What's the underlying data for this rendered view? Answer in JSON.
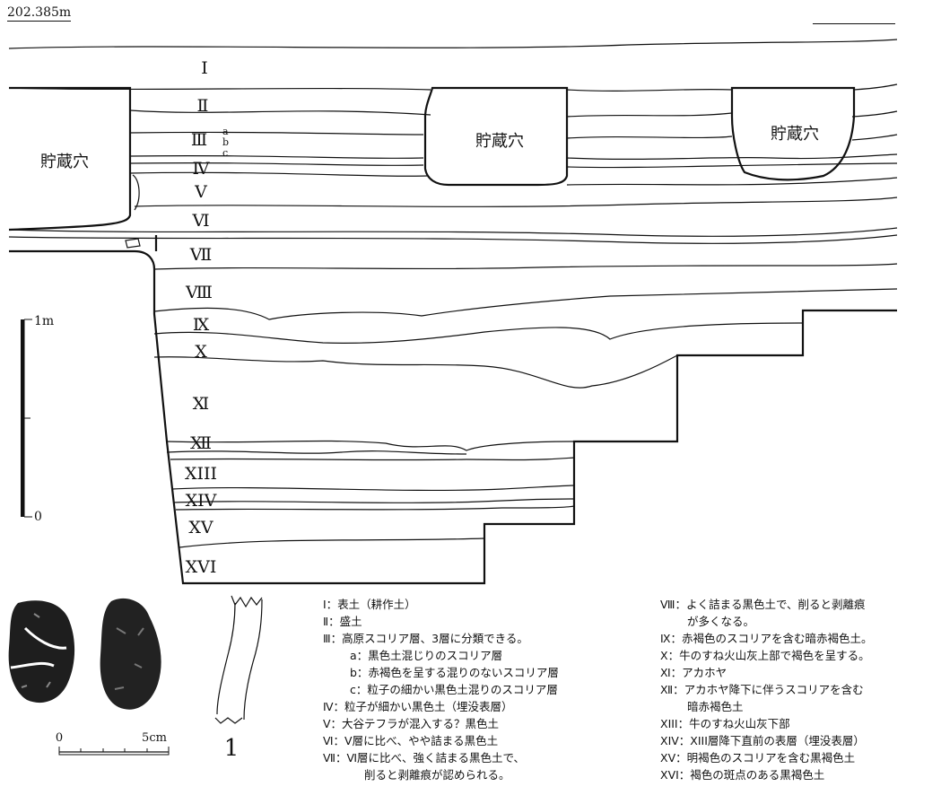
{
  "elevation": "202.385m",
  "layers": [
    "Ⅰ",
    "Ⅱ",
    "Ⅲ",
    "Ⅳ",
    "Ⅴ",
    "Ⅵ",
    "Ⅶ",
    "Ⅷ",
    "Ⅸ",
    "Ⅹ",
    "Ⅺ",
    "Ⅻ",
    "XIII",
    "XIV",
    "XV",
    "XVI"
  ],
  "sublayers": [
    "a",
    "b",
    "c"
  ],
  "pit_label": "貯蔵穴",
  "scale_bar": {
    "top": "1m",
    "bottom": "0"
  },
  "artifact": {
    "scale_zero": "0",
    "scale_max": "5cm",
    "number": "1"
  },
  "legend_left": [
    "Ⅰ：表土（耕作土）",
    "Ⅱ：盛土",
    "Ⅲ：高原スコリア層、3層に分類できる。",
    "a：黒色土混じりのスコリア層",
    "b：赤褐色を呈する混りのないスコリア層",
    "c：粒子の細かい黒色土混りのスコリア層",
    "Ⅳ：粒子が細かい黒色土（埋没表層）",
    "Ⅴ：大谷テフラが混入する？黒色土",
    "Ⅵ：Ⅴ層に比べ、やや詰まる黒色土",
    "Ⅶ：Ⅵ層に比べ、強く詰まる黒色土で、",
    "削ると剥離痕が認められる。"
  ],
  "legend_right": [
    "Ⅷ：よく詰まる黒色土で、削ると剥離痕",
    "が多くなる。",
    "Ⅸ：赤褐色のスコリアを含む暗赤褐色土。",
    "Ⅹ：牛のすね火山灰上部で褐色を呈する。",
    "Ⅺ：アカホヤ",
    "Ⅻ：アカホヤ降下に伴うスコリアを含む",
    "暗赤褐色土",
    "XIII：牛のすね火山灰下部",
    "XIV：XIII層降下直前の表層（埋没表層）",
    "XV：明褐色のスコリアを含む黒褐色土",
    "XVI：褐色の斑点のある黒褐色土"
  ]
}
